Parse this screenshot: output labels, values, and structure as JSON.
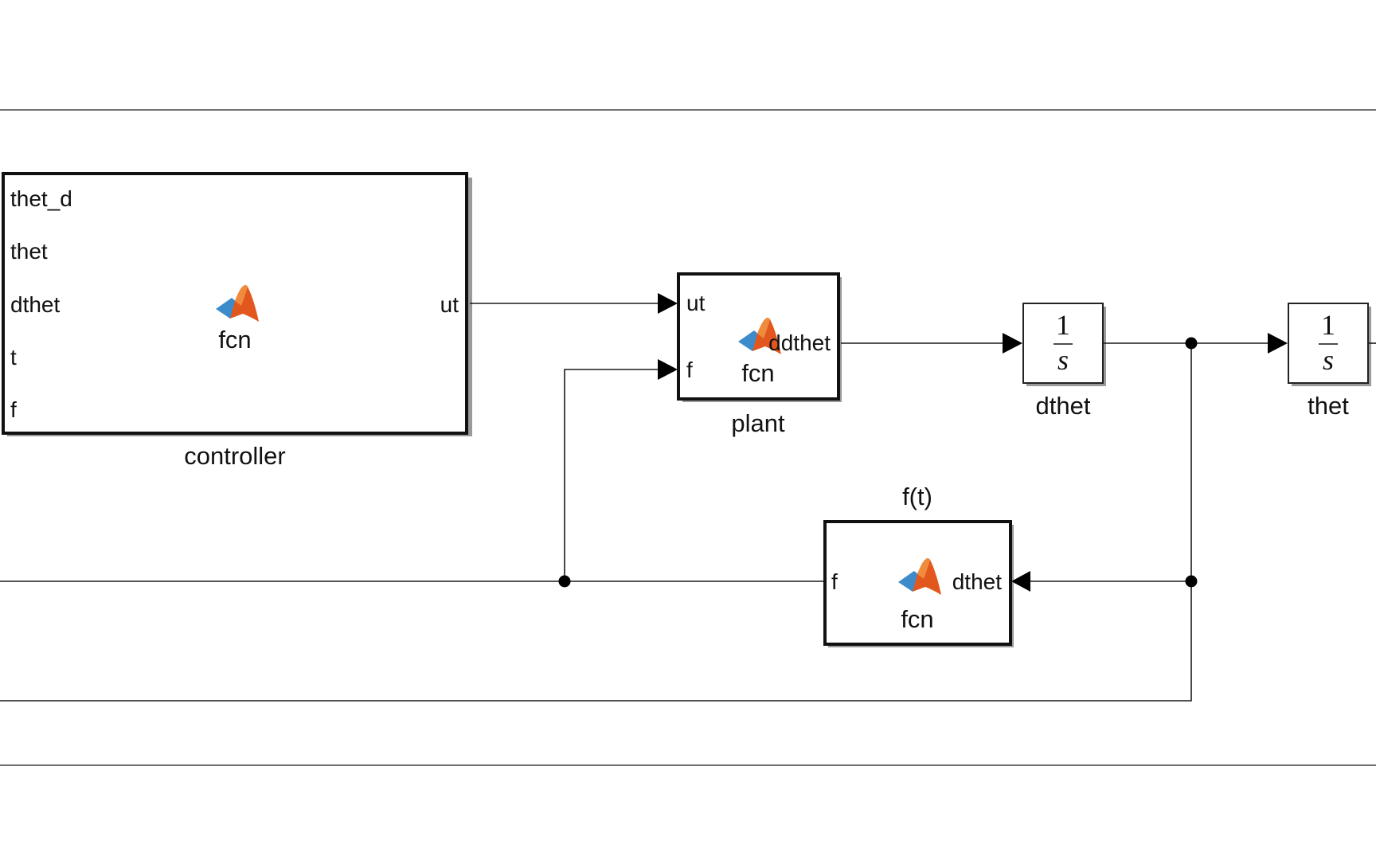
{
  "blocks": {
    "controller": {
      "name": "controller",
      "inputs": [
        "thet_d",
        "thet",
        "dthet",
        "t",
        "f"
      ],
      "outputs": [
        "ut"
      ],
      "function": "fcn",
      "icon": "matlab-logo-icon"
    },
    "plant": {
      "name": "plant",
      "inputs": [
        "ut",
        "f"
      ],
      "outputs": [
        "ddthet"
      ],
      "function": "fcn",
      "icon": "matlab-logo-icon"
    },
    "dthet_integrator": {
      "name": "dthet",
      "numerator": "1",
      "denominator": "s"
    },
    "thet_integrator": {
      "name": "thet",
      "numerator": "1",
      "denominator": "s"
    },
    "ft": {
      "name": "f(t)",
      "inputs": [
        "dthet"
      ],
      "outputs": [
        "f"
      ],
      "function": "fcn",
      "icon": "matlab-logo-icon"
    }
  },
  "colors": {
    "wire": "#1a1a1a",
    "logo_orange": "#e2571d",
    "logo_blue": "#3c8ccc"
  }
}
